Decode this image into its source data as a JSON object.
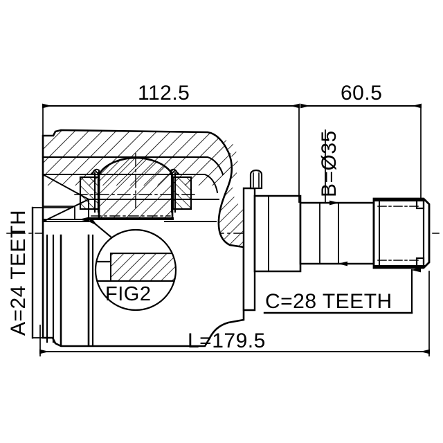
{
  "drawing": {
    "type": "technical-engineering-drawing",
    "subject": "CV joint inner assembly cross-section",
    "background_color": "#ffffff",
    "line_color": "#000000"
  },
  "dimensions": {
    "joint_body_length": "112.5",
    "shaft_length": "60.5",
    "overall_length": "L=179.5",
    "shaft_diameter": "B=Ø35"
  },
  "specs": {
    "inner_spline": "A=24 TEETH",
    "outer_spline": "C=28 TEETH"
  },
  "callout": {
    "detail_label": "FIG2"
  }
}
